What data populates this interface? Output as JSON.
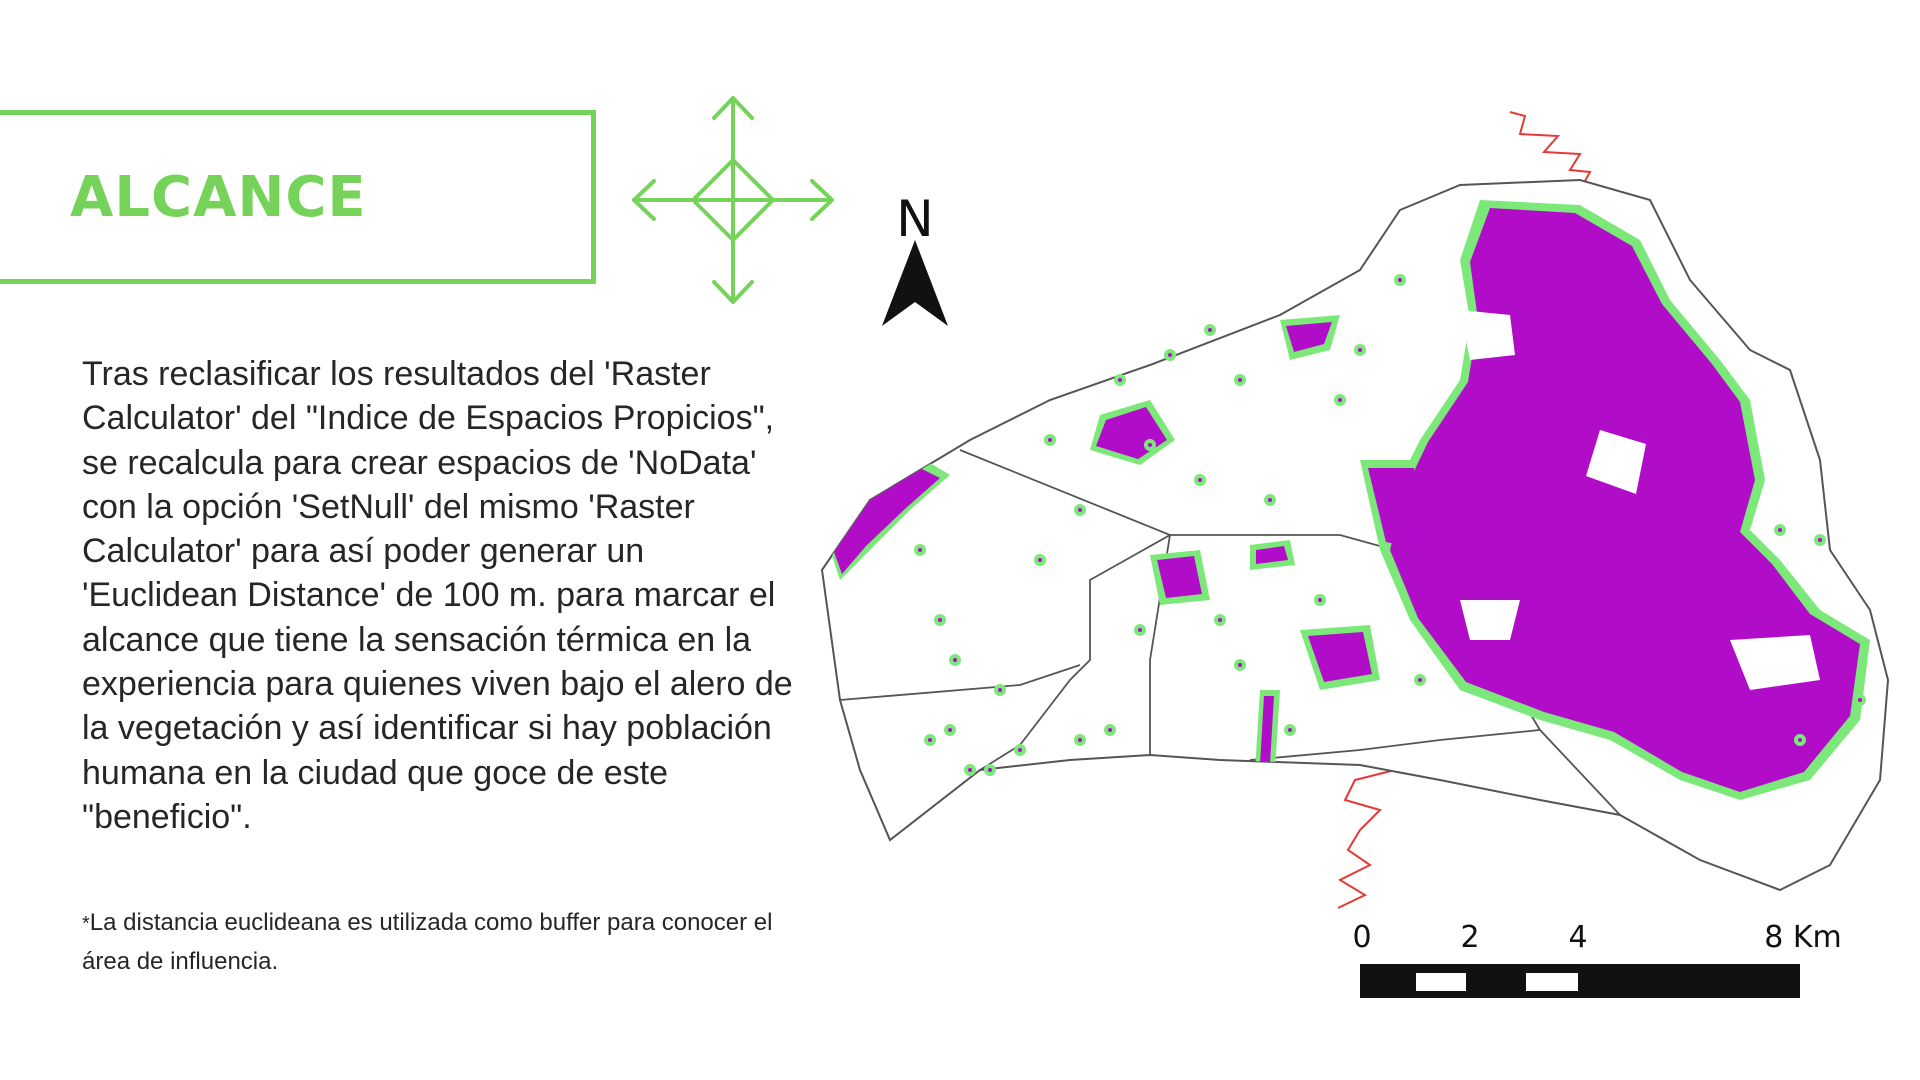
{
  "title": "ALCANCE",
  "body": "Tras reclasificar los resultados del 'Raster Calculator' del \"Indice de Espacios Propicios\", se recalcula para crear espacios de 'NoData' con la opción 'SetNull' del mismo 'Raster Calculator' para así poder generar un 'Euclidean Distance' de 100 m. para marcar el alcance que tiene la sensación térmica en la experiencia para quienes viven bajo el alero de la vegetación y así identificar si hay población humana en la ciudad que goce de este \"beneficio\".",
  "note": {
    "mark": "*",
    "text": "La distancia euclideana es utilizada como buffer para conocer el área de influencia."
  },
  "north_label": "N",
  "scale_bar": {
    "ticks": [
      "0",
      "2",
      "4",
      "8 Km"
    ]
  },
  "colors": {
    "accent": "#76d35a",
    "vegetation": "#b10dc9",
    "buffer": "#7de87a",
    "boundary_red": "#e53935",
    "outline": "#555555"
  },
  "icons": [
    "compass-arrows-icon",
    "north-arrow-icon"
  ]
}
